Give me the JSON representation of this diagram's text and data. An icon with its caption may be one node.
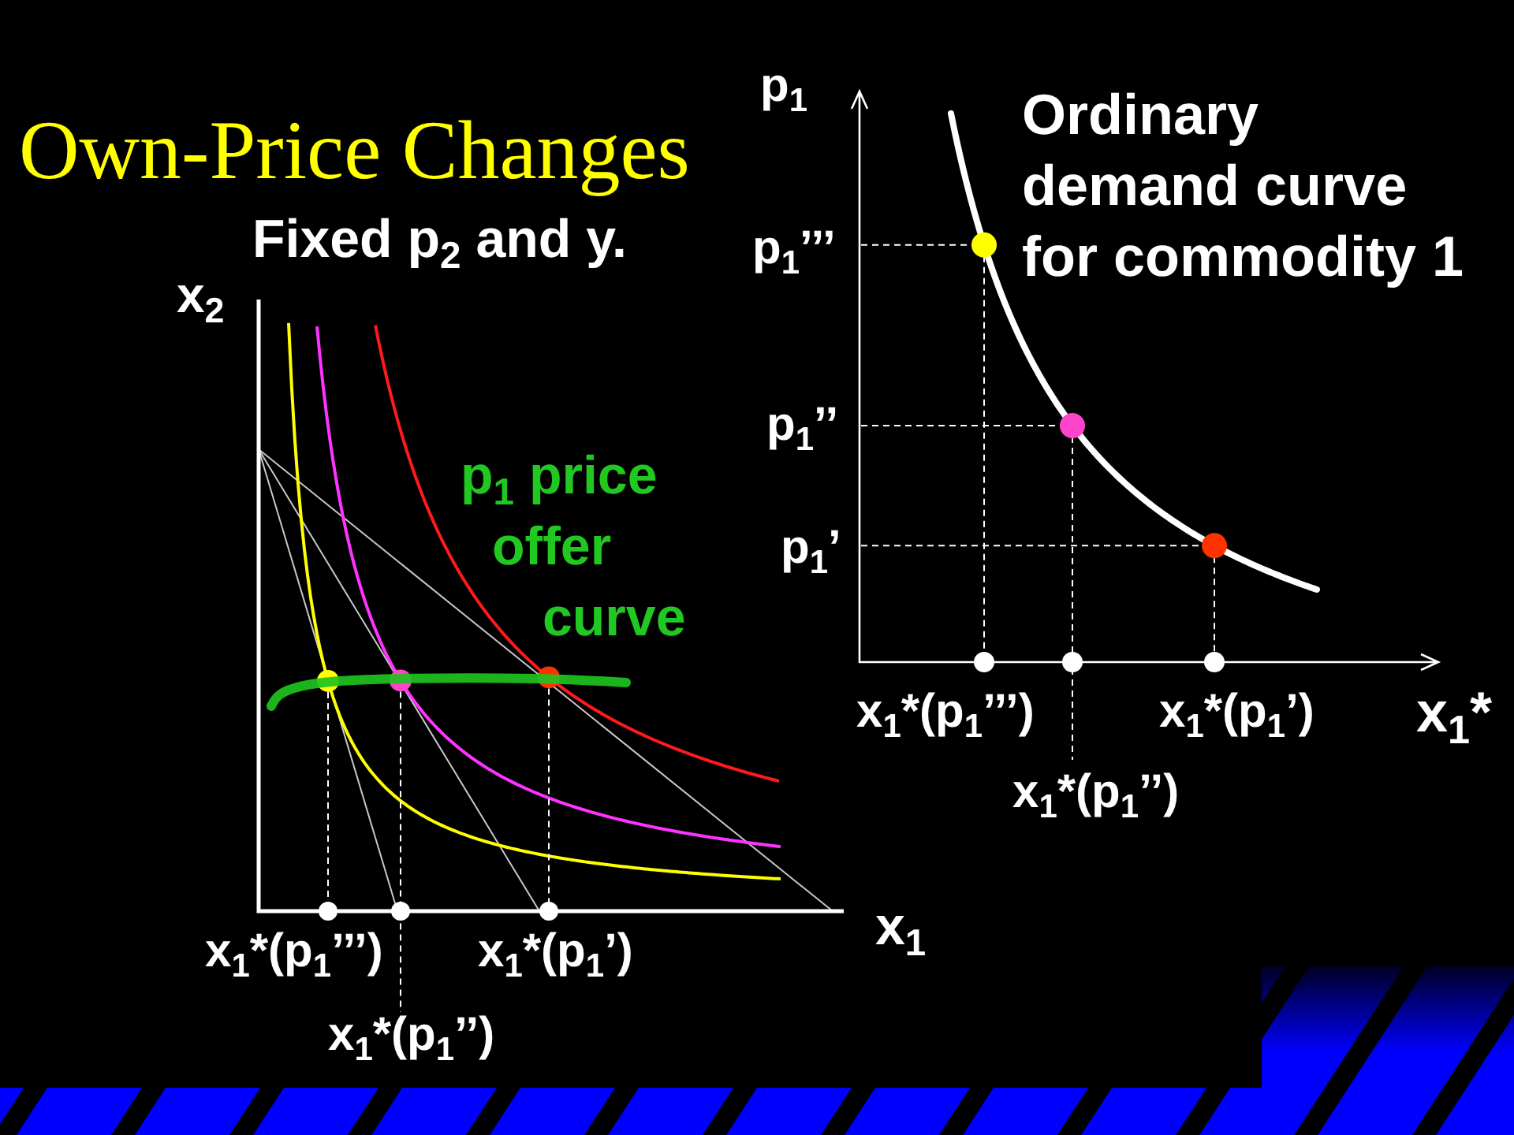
{
  "diagram": {
    "title": "Own-Price Changes",
    "labels": [
      "Fixed p$_{2}$ and y.",
      "x$_{2}$",
      "p$_{1}$ price offer curve",
      "x$_{1}$",
      "x$_{1}$*(p$_{1}$’’’)",
      "x$_{1}$*(p$_{1}$’)",
      "x$_{1}$*(p$_{1}$’’)",
      "p$_{1}$",
      "Ordinary demand curve for commodity 1",
      "p$_{1}$’’’",
      "p$_{1}$’’",
      "p$_{1}$’",
      "x$_{1}$*(p$_{1}$’’’)",
      "x$_{1}$*(p$_{1}$’)",
      "x$_{1}$*",
      "x$_{1}$*(p$_{1}$’’)"
    ]
  }
}
